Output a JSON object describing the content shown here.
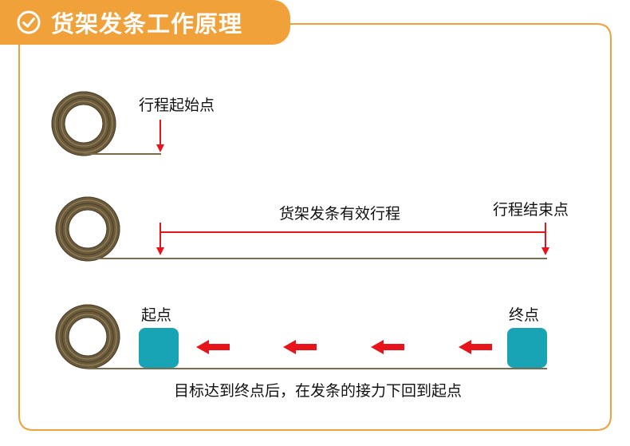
{
  "header": {
    "title": "货架发条工作原理",
    "icon": "check-circle-icon"
  },
  "colors": {
    "accent": "#f0a13a",
    "arrow_red": "#e8141c",
    "coil_brown": "#6b5a3c",
    "block_teal": "#19a4b5",
    "ground_line": "#7a6b4a",
    "frame_border": "#f0a13a"
  },
  "row1": {
    "label": "行程起始点"
  },
  "row2": {
    "travel_label": "货架发条有效行程",
    "end_label": "行程结束点"
  },
  "row3": {
    "start_label": "起点",
    "end_label": "终点",
    "caption": "目标达到终点后，在发条的接力下回到起点"
  }
}
